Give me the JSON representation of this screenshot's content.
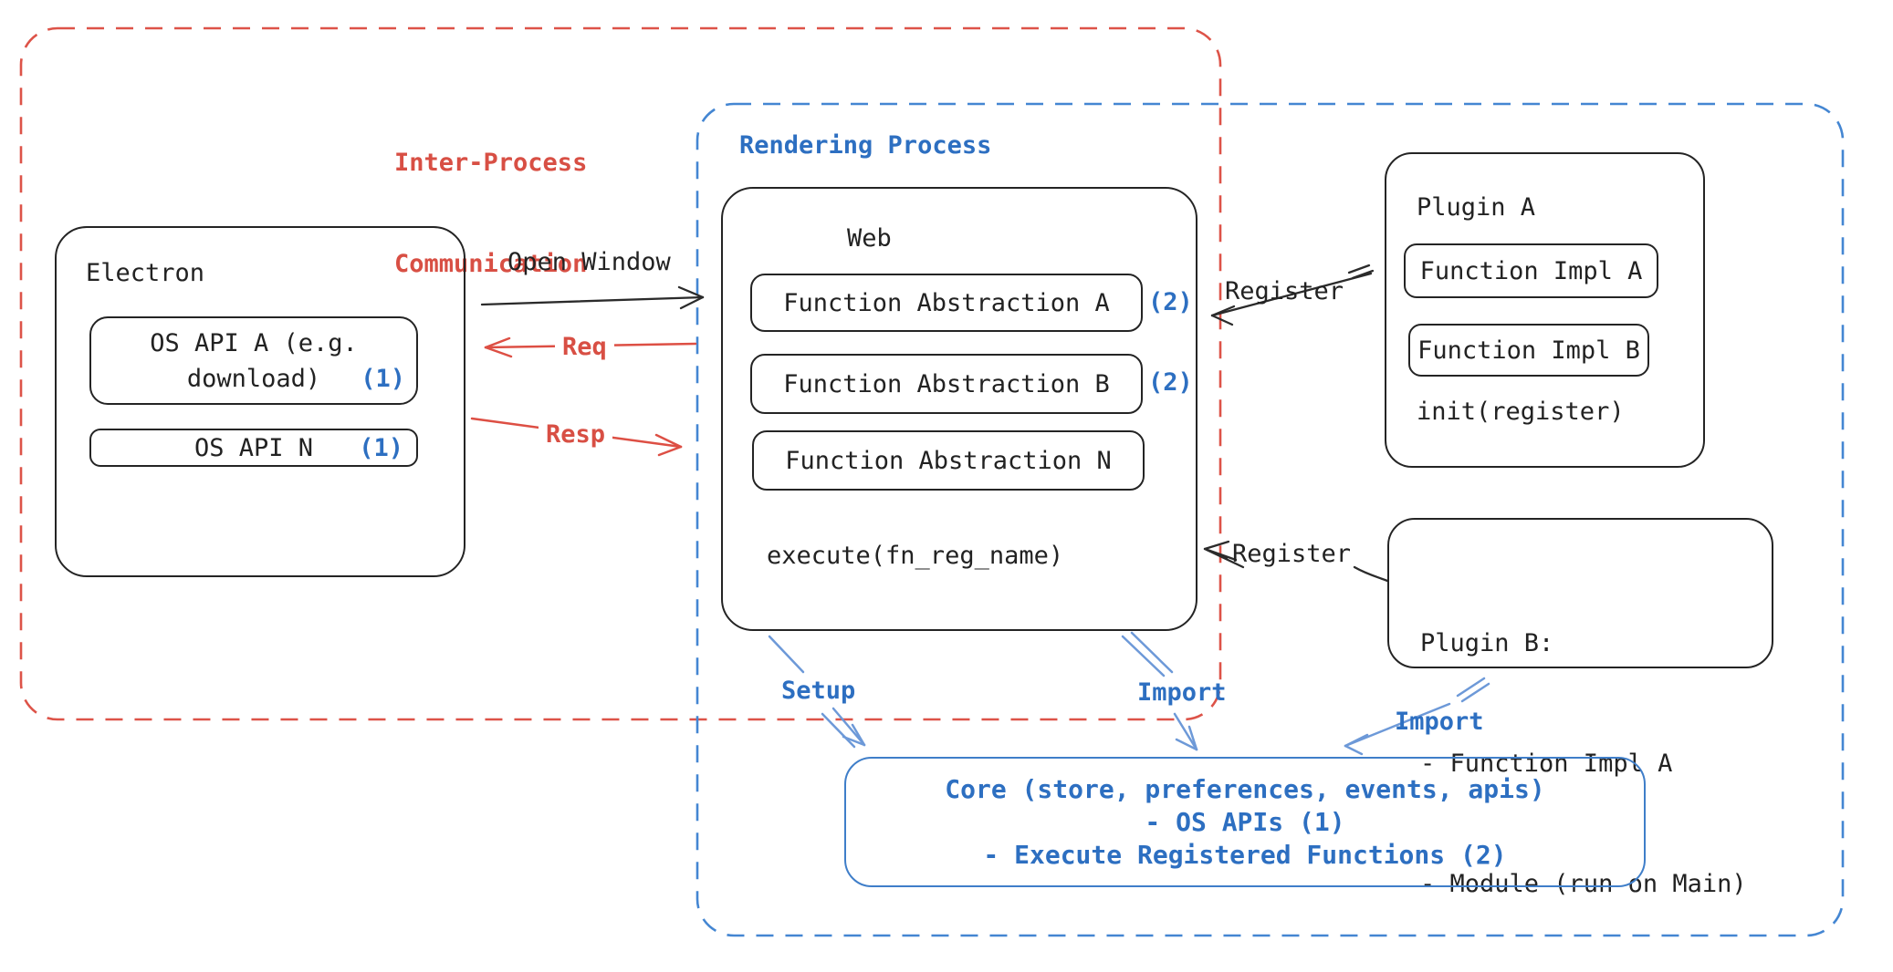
{
  "ipc_region": {
    "label_line1": "Inter-Process",
    "label_line2": "Communication"
  },
  "rendering_region": {
    "label": "Rendering Process"
  },
  "electron": {
    "title": "Electron",
    "api_a_line1": "OS API A (e.g.",
    "api_a_line2": "download)",
    "api_a_ref": "(1)",
    "api_n_label": "OS API N",
    "api_n_ref": "(1)"
  },
  "web": {
    "title": "Web",
    "fa_a": "Function Abstraction A",
    "fa_a_ref": "(2)",
    "fa_b": "Function Abstraction B",
    "fa_b_ref": "(2)",
    "fa_n": "Function Abstraction N",
    "execute": "execute(fn_reg_name)"
  },
  "plugin_a": {
    "title": "Plugin A",
    "impl_a": "Function Impl A",
    "impl_b": "Function Impl B",
    "init": "init(register)"
  },
  "plugin_b": {
    "line1": "Plugin B:",
    "line2": "- Function Impl A",
    "line3": "- Module (run on Main)"
  },
  "core": {
    "line1": "Core (store, preferences, events, apis)",
    "line2": "- OS APIs (1)",
    "line3": "- Execute Registered Functions (2)"
  },
  "arrows": {
    "open_window": "Open Window",
    "req": "Req",
    "resp": "Resp",
    "register_a": "Register",
    "register_b": "Register",
    "setup": "Setup",
    "import_web": "Import",
    "import_plugin": "Import"
  },
  "colors": {
    "red": "#d84f44",
    "blue_text": "#2d6fc1",
    "blue_dash": "#4486d2",
    "blue_arrow": "#6d99d8",
    "black": "#242424"
  }
}
